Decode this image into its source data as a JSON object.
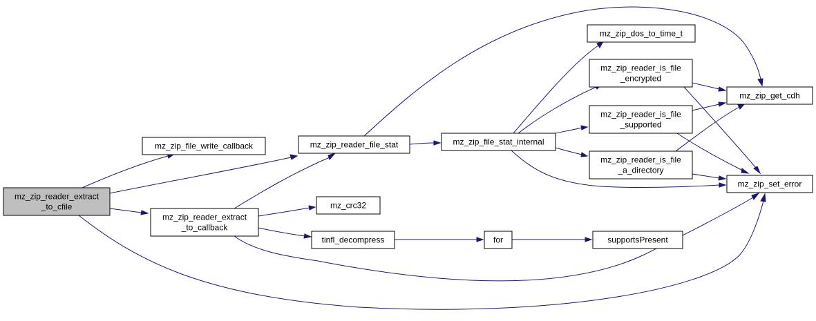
{
  "diagram": {
    "colors": {
      "node_fill": "#ffffff",
      "root_fill": "#bfbfbf",
      "node_stroke": "#000000",
      "edge": "#191970"
    },
    "nodes": [
      {
        "id": "extract_to_cfile",
        "lines": [
          "mz_zip_reader_extract",
          "_to_cfile"
        ],
        "root": true
      },
      {
        "id": "file_write_callback",
        "lines": [
          "mz_zip_file_write_callback"
        ]
      },
      {
        "id": "extract_to_callback",
        "lines": [
          "mz_zip_reader_extract",
          "_to_callback"
        ]
      },
      {
        "id": "reader_file_stat",
        "lines": [
          "mz_zip_reader_file_stat"
        ]
      },
      {
        "id": "crc32",
        "lines": [
          "mz_crc32"
        ]
      },
      {
        "id": "tinfl_decompress",
        "lines": [
          "tinfl_decompress"
        ]
      },
      {
        "id": "file_stat_internal",
        "lines": [
          "mz_zip_file_stat_internal"
        ]
      },
      {
        "id": "for",
        "lines": [
          "for"
        ]
      },
      {
        "id": "dos_to_time_t",
        "lines": [
          "mz_zip_dos_to_time_t"
        ]
      },
      {
        "id": "is_file_encrypted",
        "lines": [
          "mz_zip_reader_is_file",
          "_encrypted"
        ]
      },
      {
        "id": "is_file_supported",
        "lines": [
          "mz_zip_reader_is_file",
          "_supported"
        ]
      },
      {
        "id": "is_file_a_directory",
        "lines": [
          "mz_zip_reader_is_file",
          "_a_directory"
        ]
      },
      {
        "id": "supportsPresent",
        "lines": [
          "supportsPresent"
        ]
      },
      {
        "id": "get_cdh",
        "lines": [
          "mz_zip_get_cdh"
        ]
      },
      {
        "id": "set_error",
        "lines": [
          "mz_zip_set_error"
        ]
      }
    ],
    "edges": [
      [
        "extract_to_cfile",
        "file_write_callback"
      ],
      [
        "extract_to_cfile",
        "reader_file_stat"
      ],
      [
        "extract_to_cfile",
        "extract_to_callback"
      ],
      [
        "extract_to_cfile",
        "set_error"
      ],
      [
        "extract_to_callback",
        "reader_file_stat"
      ],
      [
        "extract_to_callback",
        "crc32"
      ],
      [
        "extract_to_callback",
        "tinfl_decompress"
      ],
      [
        "extract_to_callback",
        "set_error"
      ],
      [
        "reader_file_stat",
        "file_stat_internal"
      ],
      [
        "reader_file_stat",
        "get_cdh"
      ],
      [
        "file_stat_internal",
        "dos_to_time_t"
      ],
      [
        "file_stat_internal",
        "is_file_encrypted"
      ],
      [
        "file_stat_internal",
        "is_file_supported"
      ],
      [
        "file_stat_internal",
        "is_file_a_directory"
      ],
      [
        "file_stat_internal",
        "set_error"
      ],
      [
        "tinfl_decompress",
        "for"
      ],
      [
        "for",
        "supportsPresent"
      ],
      [
        "is_file_encrypted",
        "get_cdh"
      ],
      [
        "is_file_encrypted",
        "set_error"
      ],
      [
        "is_file_supported",
        "get_cdh"
      ],
      [
        "is_file_supported",
        "set_error"
      ],
      [
        "is_file_a_directory",
        "get_cdh"
      ],
      [
        "is_file_a_directory",
        "set_error"
      ]
    ]
  }
}
